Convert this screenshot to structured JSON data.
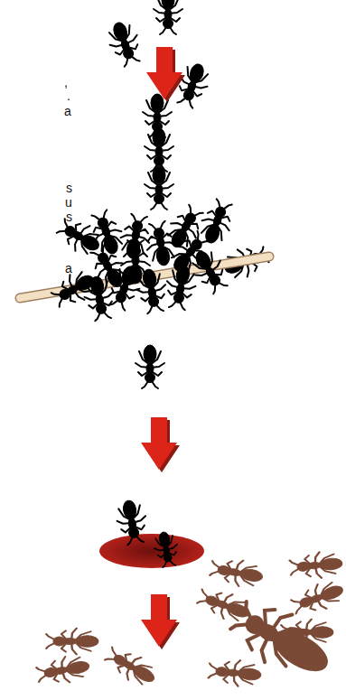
{
  "diagram": {
    "labels": [
      ",",
      ".",
      "a",
      "s",
      "u",
      "s",
      "a"
    ]
  }
}
